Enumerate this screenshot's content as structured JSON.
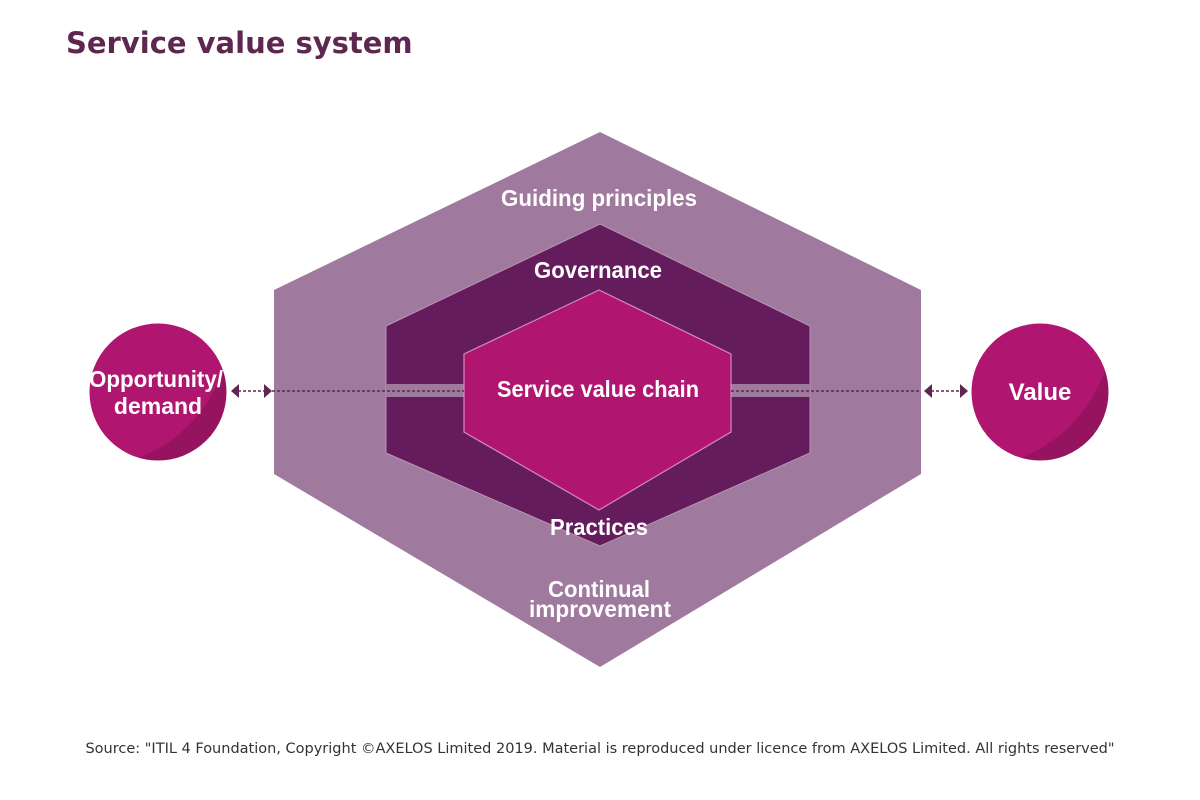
{
  "title": "Service value system",
  "diagram": {
    "layers": {
      "outer": {
        "label": "Guiding principles",
        "label_bottom": [
          "Continual",
          "improvement"
        ]
      },
      "middle": {
        "label": "Governance",
        "label_bottom": "Practices"
      },
      "inner": {
        "label": "Service value chain"
      }
    },
    "input_node": {
      "label_lines": [
        "Opportunity/",
        "demand"
      ]
    },
    "output_node": {
      "label": "Value"
    },
    "colors": {
      "outer_hexagon": "#a07a9e",
      "middle_hexagon": "#641c5c",
      "inner_hexagon": "#b0166f",
      "circle": "#b0166f",
      "circle_shade": "#96145f",
      "arrow": "#5e2750",
      "title": "#5e2750"
    }
  },
  "source": "Source: \"ITIL 4 Foundation, Copyright ©AXELOS Limited 2019. Material is reproduced under licence from AXELOS Limited. All rights reserved\""
}
